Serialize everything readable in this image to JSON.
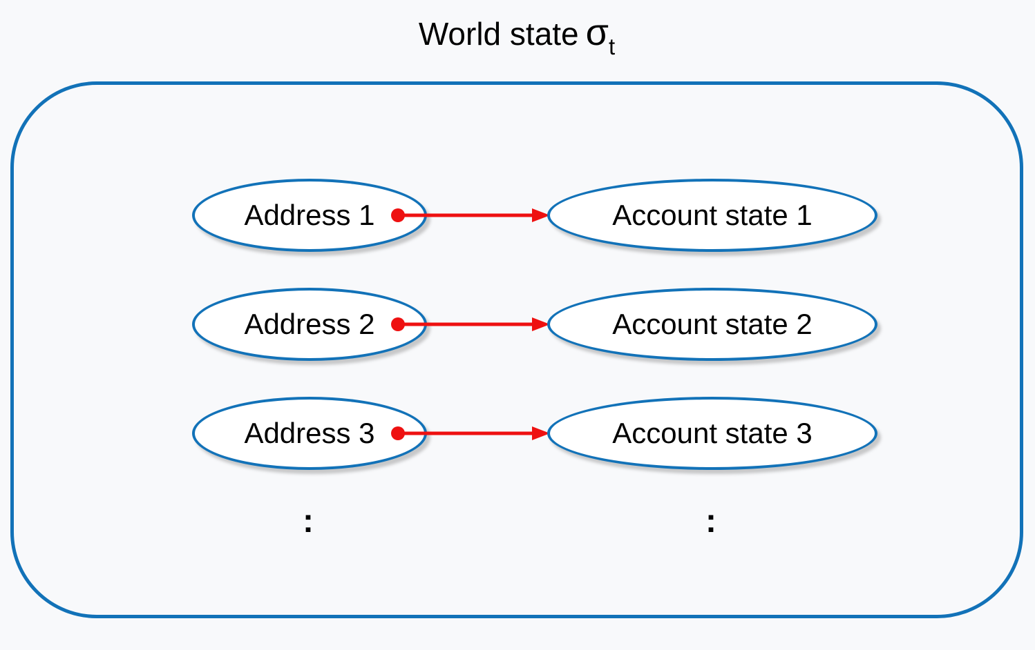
{
  "title": {
    "text": "World state",
    "symbol": "σ",
    "subscript": "t"
  },
  "world_state_box": {
    "rows": [
      {
        "address": "Address 1",
        "account_state": "Account state 1"
      },
      {
        "address": "Address 2",
        "account_state": "Account state 2"
      },
      {
        "address": "Address 3",
        "account_state": "Account state 3"
      }
    ],
    "continuation_dots_left": ":",
    "continuation_dots_right": ":",
    "colors": {
      "node_outline": "#1272b8",
      "arrow": "#ee1111",
      "text": "#000000",
      "background": "#f8f9fb",
      "node_fill": "#ffffff"
    }
  }
}
